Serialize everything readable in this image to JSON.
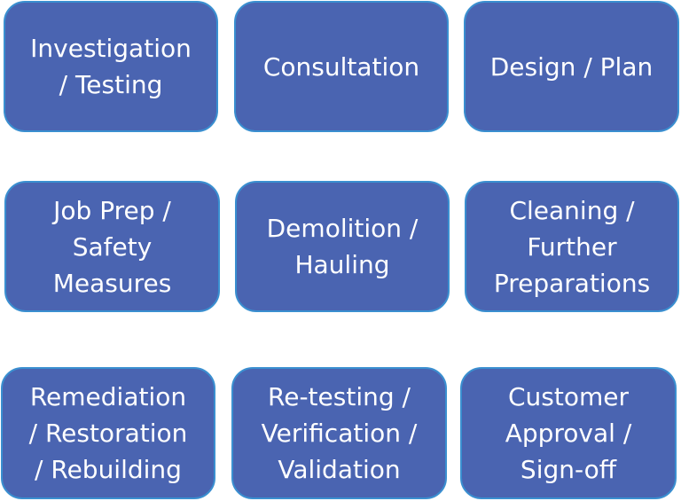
{
  "colors": {
    "box_fill": "#4a64b1",
    "box_border": "#3a8fd0",
    "text": "#ffffff"
  },
  "steps": [
    {
      "label": "Investigation\n/ Testing"
    },
    {
      "label": "Consultation"
    },
    {
      "label": "Design / Plan"
    },
    {
      "label": "Job Prep /\nSafety\nMeasures"
    },
    {
      "label": "Demolition /\nHauling"
    },
    {
      "label": "Cleaning /\nFurther\nPreparations"
    },
    {
      "label": "Remediation\n/ Restoration\n/ Rebuilding"
    },
    {
      "label": "Re-testing /\nVerification /\nValidation"
    },
    {
      "label": "Customer\nApproval /\nSign-off"
    }
  ]
}
